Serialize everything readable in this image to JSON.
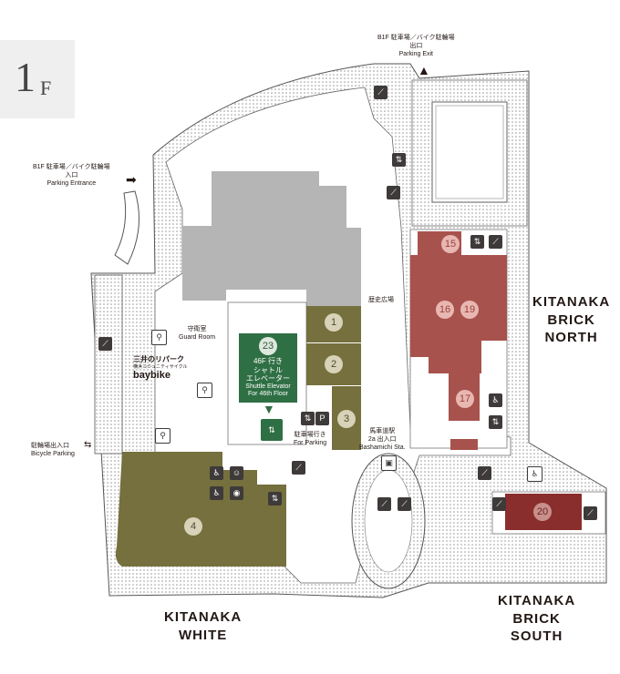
{
  "floor": {
    "number": "1",
    "suffix": "F"
  },
  "labels": {
    "b1f_exit_jp": "B1F 駐車場／バイク駐輪場",
    "b1f_exit_jp2": "出口",
    "b1f_exit_en": "Parking Exit",
    "b1f_entrance_jp": "B1F 駐車場／バイク駐輪場",
    "b1f_entrance_jp2": "入口",
    "b1f_entrance_en": "Parking Entrance",
    "guard_room_jp": "守衛室",
    "guard_room_en": "Guard Room",
    "bicycle_exit_jp": "駐輪場出入口",
    "bicycle_exit_en": "Bicycle Parking",
    "for_parking_jp": "駐車場行き",
    "for_parking_en": "For Parking",
    "historic_square": "歴史広場",
    "station_jp": "馬車道駅",
    "station_jp2": "2a 出入口",
    "station_en": "Bashamichi Sta.",
    "shuttle_jp1": "46F 行き",
    "shuttle_jp2": "シャトル",
    "shuttle_jp3": "エレベーター",
    "shuttle_en1": "Shuttle Elevator",
    "shuttle_en2": "For 46th Floor",
    "logo_line1": "三井のリパーク",
    "logo_line2": "横浜コミュニティサイクル",
    "logo_line3": "baybike"
  },
  "buildings": {
    "north": [
      "KITANAKA",
      "BRICK",
      "NORTH"
    ],
    "south": [
      "KITANAKA",
      "BRICK",
      "SOUTH"
    ],
    "white": [
      "KITANAKA",
      "WHITE"
    ]
  },
  "markers": [
    "1",
    "2",
    "3",
    "4",
    "15",
    "16",
    "19",
    "17",
    "20",
    "23"
  ],
  "colors": {
    "olive": "#75703d",
    "brick": "#a8524d",
    "brick_dark": "#8a2e2d",
    "gray_building": "#b5b5b6",
    "green": "#2f6f44"
  }
}
